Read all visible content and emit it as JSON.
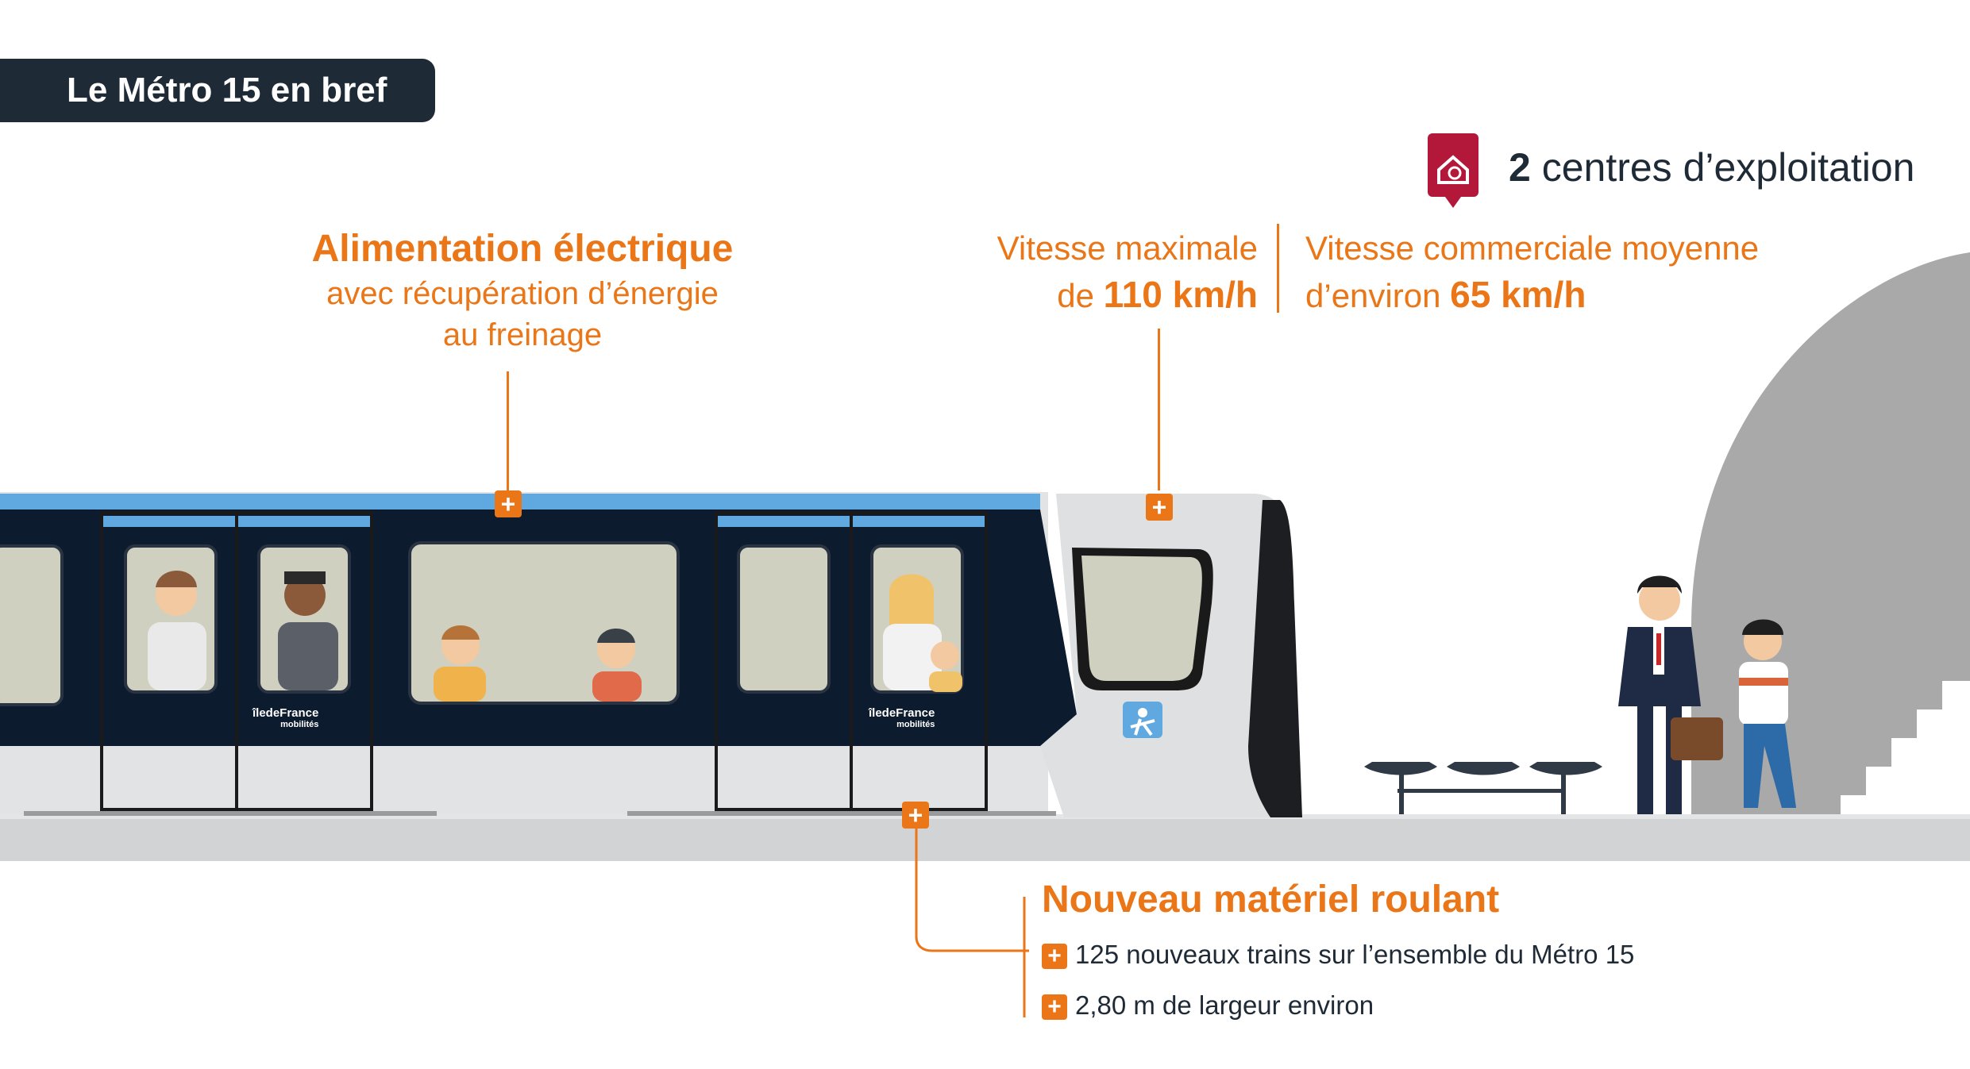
{
  "badge": {
    "title": "Le Métro 15 en bref"
  },
  "exploitation": {
    "count": "2",
    "text": "centres d’exploitation",
    "icon": "maintenance-center-icon"
  },
  "vitesse_max": {
    "line1": "Vitesse maximale",
    "prefix": "de",
    "value": "110 km/h"
  },
  "vitesse_moy": {
    "line1": "Vitesse commerciale moyenne",
    "prefix": "d’environ",
    "value": "65 km/h"
  },
  "alimentation": {
    "title": "Alimentation électrique",
    "line2": "avec récupération d’énergie",
    "line3": "au freinage"
  },
  "materiel": {
    "title": "Nouveau matériel roulant",
    "items": [
      "125 nouveaux trains sur l’ensemble du Métro 15",
      "2,80 m de largeur environ"
    ]
  },
  "train": {
    "logo_text": "îledeFrance",
    "logo_sub": "mobilités"
  },
  "colors": {
    "orange": "#ea7617",
    "navy": "#1f2a37",
    "train_body": "#0d1b2e",
    "stripe": "#5fa9e0",
    "icon_red": "#b3183a"
  }
}
